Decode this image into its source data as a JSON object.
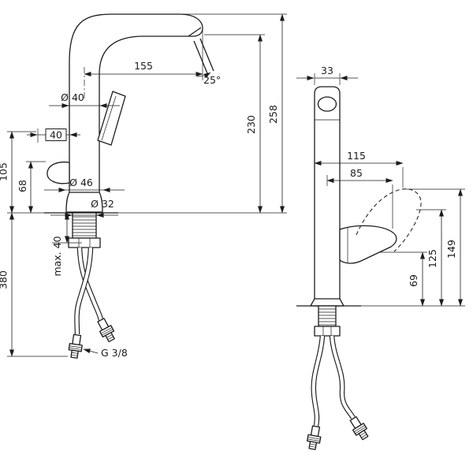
{
  "style": {
    "line_color": "#1c1c1c",
    "background": "#ffffff"
  },
  "side_view": {
    "dimensions": {
      "spout_reach": "155",
      "stream_angle": "25°",
      "outlet_height": "230",
      "total_height": "258",
      "body_diameter": "Ø 40",
      "handle_length": "40",
      "lever_top_height": "105",
      "lever_bottom_height": "68",
      "base_diameter": "Ø 46",
      "hole_diameter": "Ø 32",
      "max_deck_thickness": "max. 40",
      "hose_length": "380",
      "thread": "G 3/8"
    }
  },
  "front_view": {
    "dimensions": {
      "body_width": "33",
      "reach_total": "115",
      "handle_reach": "85",
      "handle_max_height": "149",
      "handle_mid_height": "125",
      "handle_bottom_height": "69"
    }
  }
}
